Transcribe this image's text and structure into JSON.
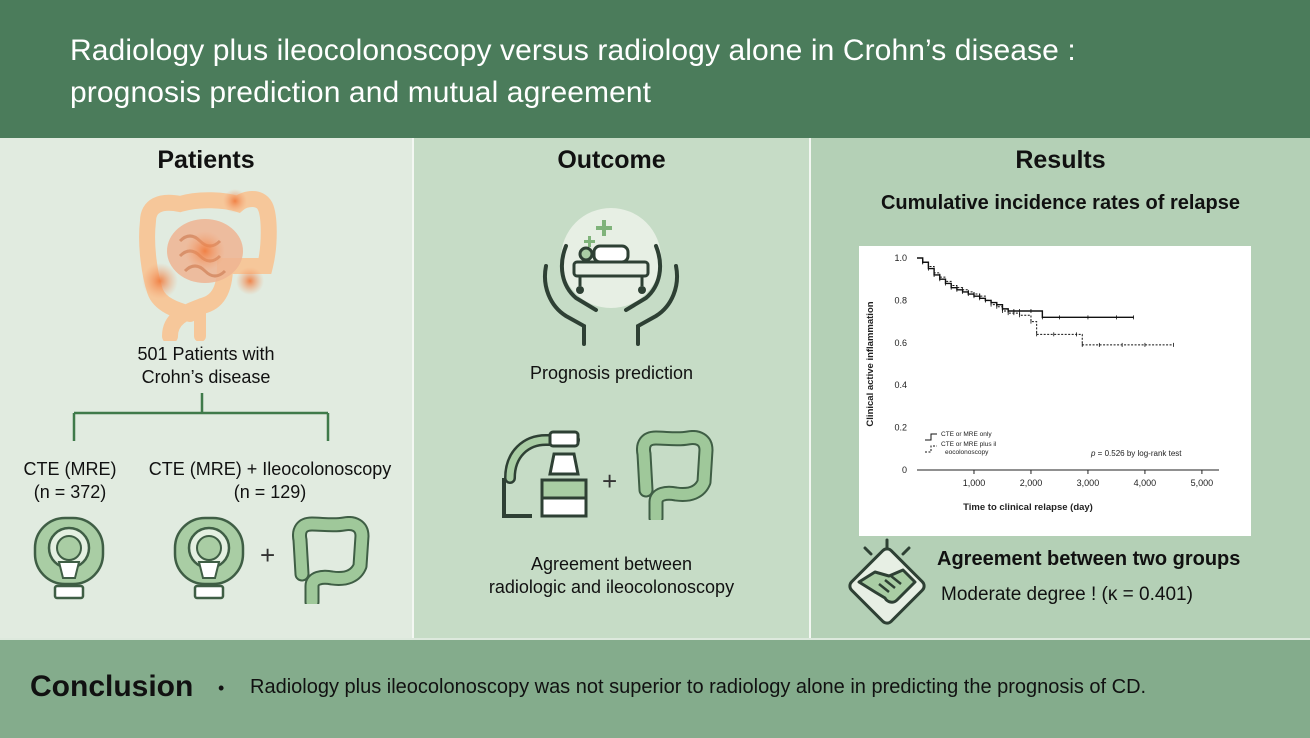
{
  "header": {
    "title_line1": "Radiology plus ileocolonoscopy versus radiology alone in Crohn’s disease :",
    "title_line2": "prognosis prediction and mutual agreement"
  },
  "patients": {
    "heading": "Patients",
    "count_line1": "501 Patients with",
    "count_line2": "Crohn’s disease",
    "group1_line1": "CTE (MRE)",
    "group1_line2": "(n = 372)",
    "group2_line1": "CTE (MRE) + Ileocolonoscopy",
    "group2_line2": "(n = 129)",
    "plus": "+"
  },
  "outcome": {
    "heading": "Outcome",
    "item1": "Prognosis prediction",
    "item2_line1": "Agreement between",
    "item2_line2": "radiologic and ileocolonoscopy",
    "plus": "+"
  },
  "results": {
    "heading": "Results",
    "chart_title": "Cumulative incidence rates of relapse",
    "agreement_title": "Agreement between two groups",
    "agreement_value": "Moderate degree ! (κ = 0.401)"
  },
  "chart_data": {
    "type": "line",
    "title": "Cumulative incidence rates of relapse",
    "xlabel": "Time to clinical relapse (day)",
    "ylabel": "Clinical active inflammation",
    "xlim": [
      0,
      5300
    ],
    "ylim": [
      0,
      1.0
    ],
    "x_ticks": [
      1000,
      2000,
      3000,
      4000,
      5000
    ],
    "x_tick_labels": [
      "1,000",
      "2,000",
      "3,000",
      "4,000",
      "5,000"
    ],
    "y_ticks": [
      0,
      0.2,
      0.4,
      0.6,
      0.8,
      1.0
    ],
    "y_tick_labels": [
      "0",
      "0.2",
      "0.4",
      "0.6",
      "0.8",
      "1.0"
    ],
    "legend": [
      "CTE or MRE only",
      "CTE or MRE plus il",
      "eocolonoscopy"
    ],
    "annotation_p": "p",
    "annotation_text": " = 0.526 by log-rank test",
    "series": [
      {
        "style": "solid",
        "x": [
          0,
          100,
          200,
          300,
          400,
          500,
          600,
          700,
          800,
          900,
          1000,
          1100,
          1200,
          1300,
          1400,
          1500,
          1600,
          1700,
          1800,
          2000,
          2200,
          2500,
          3000,
          3500,
          3800
        ],
        "y": [
          1.0,
          0.98,
          0.95,
          0.92,
          0.9,
          0.88,
          0.86,
          0.85,
          0.84,
          0.83,
          0.82,
          0.81,
          0.8,
          0.79,
          0.78,
          0.76,
          0.75,
          0.75,
          0.75,
          0.75,
          0.72,
          0.72,
          0.72,
          0.72,
          0.72
        ]
      },
      {
        "style": "dashed",
        "x": [
          0,
          100,
          200,
          300,
          400,
          500,
          600,
          700,
          800,
          900,
          1000,
          1100,
          1200,
          1300,
          1400,
          1500,
          1600,
          1700,
          1800,
          2000,
          2100,
          2400,
          2800,
          2900,
          3200,
          3600,
          4000,
          4500
        ],
        "y": [
          1.0,
          0.98,
          0.96,
          0.93,
          0.91,
          0.89,
          0.87,
          0.86,
          0.85,
          0.84,
          0.83,
          0.82,
          0.8,
          0.78,
          0.77,
          0.75,
          0.74,
          0.74,
          0.73,
          0.7,
          0.64,
          0.64,
          0.64,
          0.59,
          0.59,
          0.59,
          0.59,
          0.59
        ]
      }
    ]
  }
}
